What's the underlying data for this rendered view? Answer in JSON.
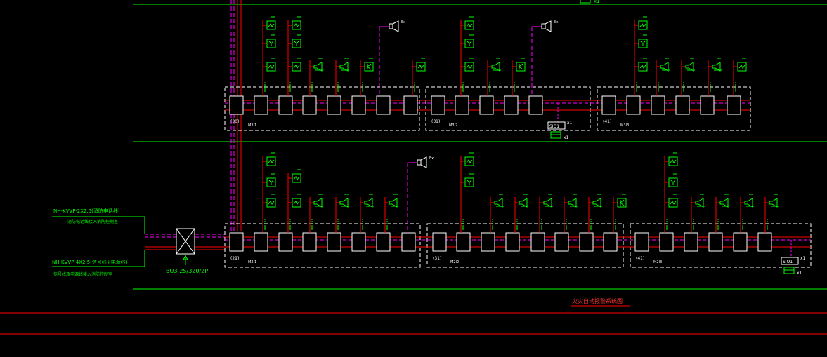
{
  "drawing_title": "火灾自动报警系统图",
  "cables": {
    "upper_spec": "NH-KVVP-2X2.5(消防电话线)",
    "upper_note": "消防电话线接入消防控制室",
    "lower_spec": "NH-KVVP-4X2.5(信号线+电源线)",
    "lower_note": "信号线及电源线接入消防控制室"
  },
  "isolator_label": "BU3-25/320/2P",
  "panel_label": "SIO1",
  "multiplier": "x1",
  "speaker_tag": "Ex",
  "upper_row": {
    "modules": [
      {
        "code": "(30)",
        "name": "M3I1"
      },
      {
        "code": "(31)",
        "name": "M3I2"
      },
      {
        "code": "(41)",
        "name": "M3I3"
      }
    ]
  },
  "lower_row": {
    "modules": [
      {
        "code": "(29)",
        "name": "M2I1"
      },
      {
        "code": "(31)",
        "name": "M2I2"
      },
      {
        "code": "(41)",
        "name": "M2I3"
      }
    ]
  },
  "colors": {
    "background": "#000000",
    "cad_green": "#00ff00",
    "cad_red": "#ff0000",
    "cad_magenta": "#ff00ff",
    "cad_white": "#ffffff"
  },
  "icons": [
    "smoke-detector-icon",
    "heat-detector-icon",
    "manual-call-point-icon",
    "horn-strobe-icon",
    "speaker-icon",
    "isolator-icon",
    "telephone-jack-icon"
  ]
}
